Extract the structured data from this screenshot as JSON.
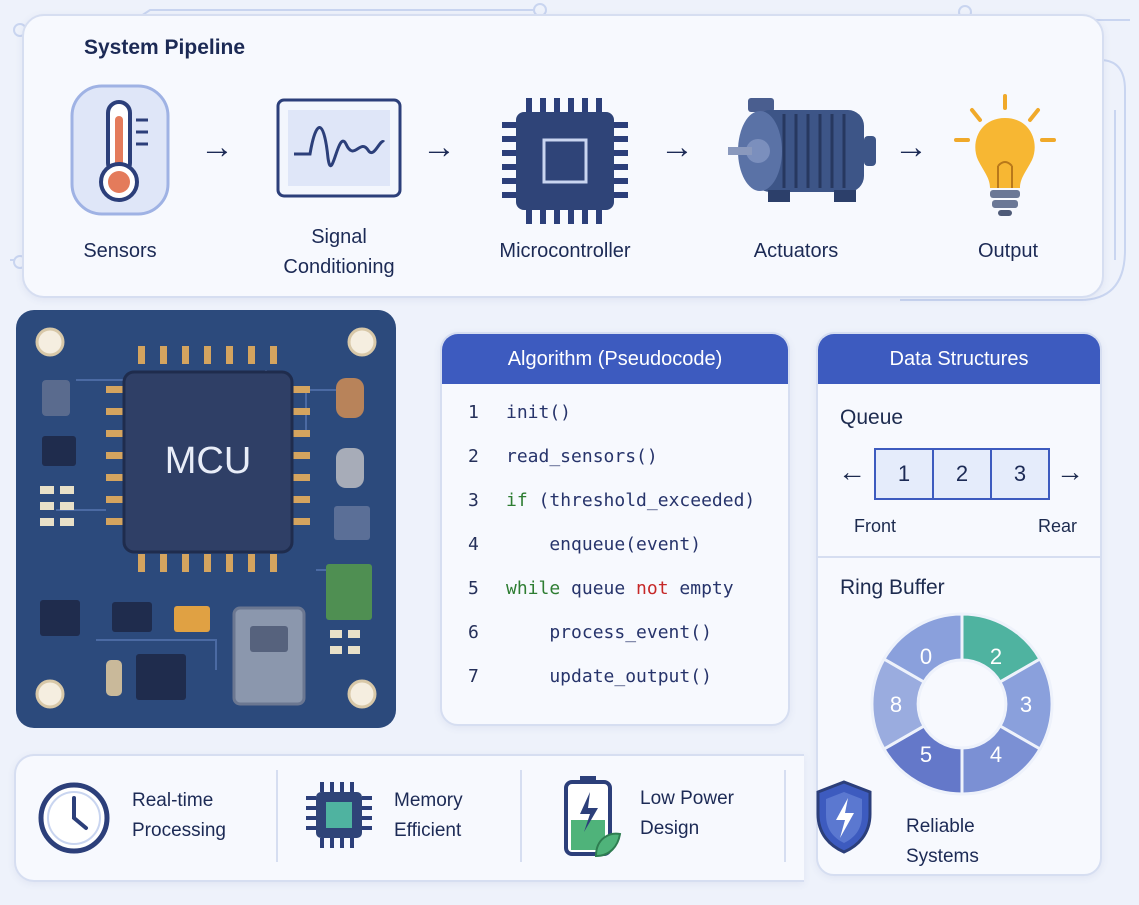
{
  "pipeline": {
    "title": "System Pipeline",
    "stages": [
      {
        "label": "Sensors",
        "icon": "thermometer-icon"
      },
      {
        "label": "Signal\nConditioning",
        "icon": "waveform-monitor-icon"
      },
      {
        "label": "Microcontroller",
        "icon": "chip-icon"
      },
      {
        "label": "Actuators",
        "icon": "motor-icon"
      },
      {
        "label": "Output",
        "icon": "lightbulb-icon"
      }
    ],
    "arrow": "→"
  },
  "board": {
    "chip_label": "MCU"
  },
  "algorithm": {
    "title": "Algorithm (Pseudocode)",
    "lines": [
      {
        "num": "1",
        "text": "init()"
      },
      {
        "num": "2",
        "text": "read_sensors()"
      },
      {
        "num": "3",
        "kw": "if",
        "text": " (threshold_exceeded)"
      },
      {
        "num": "4",
        "text": "    enqueue(event)"
      },
      {
        "num": "5",
        "kw": "while",
        "text": " queue ",
        "kw2": "not",
        "text2": " empty"
      },
      {
        "num": "6",
        "text": "    process_event()"
      },
      {
        "num": "7",
        "text": "    update_output()"
      }
    ]
  },
  "data_structures": {
    "title": "Data Structures",
    "queue": {
      "label": "Queue",
      "cells": [
        "1",
        "2",
        "3"
      ],
      "front_label": "Front",
      "rear_label": "Rear",
      "left_arrow": "←",
      "right_arrow": "→"
    },
    "ring_buffer": {
      "label": "Ring Buffer",
      "slots": [
        "0",
        "2",
        "3",
        "4",
        "5",
        "8"
      ]
    }
  },
  "features": [
    {
      "label": "Real-time\nProcessing",
      "icon": "clock-icon"
    },
    {
      "label": "Memory\nEfficient",
      "icon": "memory-chip-icon"
    },
    {
      "label": "Low Power\nDesign",
      "icon": "battery-leaf-icon"
    },
    {
      "label": "Reliable\nSystems",
      "icon": "shield-bolt-icon"
    }
  ],
  "colors": {
    "primary": "#3d5bbf",
    "board": "#2c4a7c",
    "accent_teal": "#4fb3a0",
    "bulb": "#f7b733"
  }
}
